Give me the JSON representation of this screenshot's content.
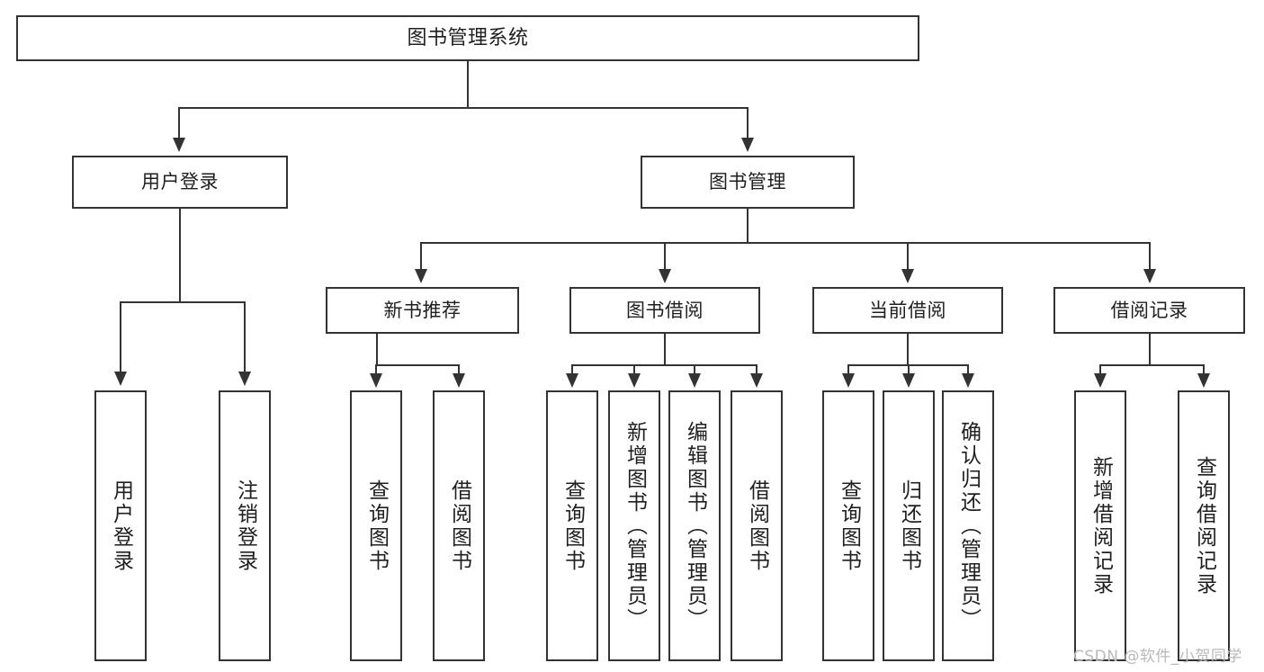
{
  "diagram": {
    "title": "图书管理系统",
    "type": "hierarchy-tree",
    "watermark": "CSDN @软件_小贺同学",
    "nodes": {
      "root": {
        "label": "图书管理系统"
      },
      "level1": [
        {
          "label": "用户登录"
        },
        {
          "label": "图书管理"
        }
      ],
      "level2": [
        {
          "label": "新书推荐"
        },
        {
          "label": "图书借阅"
        },
        {
          "label": "当前借阅"
        },
        {
          "label": "借阅记录"
        }
      ],
      "leaves": {
        "user_login": [
          {
            "label": "用户登录"
          },
          {
            "label": "注销登录"
          }
        ],
        "new_book": [
          {
            "label": "查询图书"
          },
          {
            "label": "借阅图书"
          }
        ],
        "borrow_book": [
          {
            "label": "查询图书"
          },
          {
            "label": "新增图书（管理员）"
          },
          {
            "label": "编辑图书（管理员）"
          },
          {
            "label": "借阅图书"
          }
        ],
        "current_borrow": [
          {
            "label": "查询图书"
          },
          {
            "label": "归还图书"
          },
          {
            "label": "确认归还（管理员）"
          }
        ],
        "borrow_record": [
          {
            "label": "新增借阅记录"
          },
          {
            "label": "查询借阅记录"
          }
        ]
      }
    },
    "colors": {
      "stroke": "#333333",
      "fill": "#ffffff",
      "text": "#1f1f1f",
      "watermark": "#b9b9b9"
    }
  }
}
